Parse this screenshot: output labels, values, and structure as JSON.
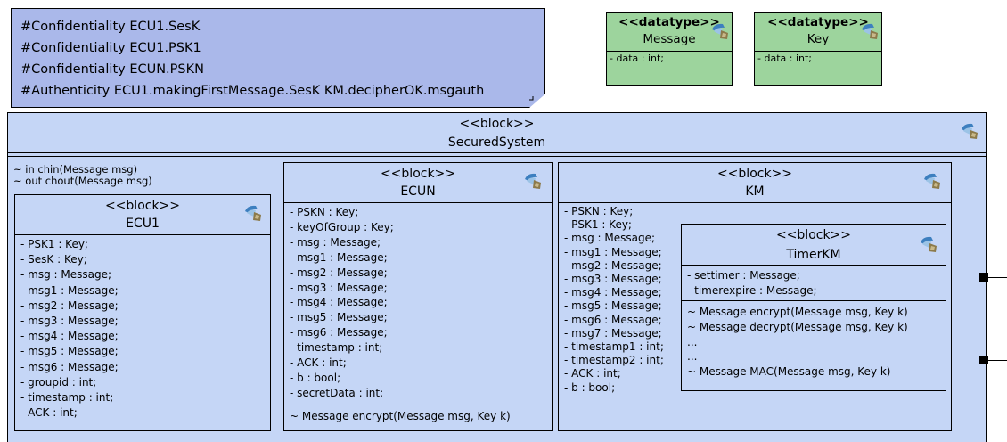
{
  "note": {
    "lines": [
      "#Confidentiality ECU1.SesK",
      "#Confidentiality ECU1.PSK1",
      "#Confidentiality ECUN.PSKN",
      "#Authenticity ECU1.makingFirstMessage.SesK KM.decipherOK.msgauth"
    ]
  },
  "datatypes": [
    {
      "stereotype": "<<datatype>>",
      "name": "Message",
      "attribute": "- data : int;"
    },
    {
      "stereotype": "<<datatype>>",
      "name": "Key",
      "attribute": "- data : int;"
    }
  ],
  "system": {
    "stereotype": "<<block>>",
    "name": "SecuredSystem",
    "ports": [
      "~ in chin(Message msg)",
      "~ out chout(Message msg)"
    ]
  },
  "blocks": {
    "ecu1": {
      "stereotype": "<<block>>",
      "name": "ECU1",
      "attributes": [
        "- PSK1 : Key;",
        "- SesK : Key;",
        "- msg : Message;",
        "- msg1 : Message;",
        "- msg2 : Message;",
        "- msg3 : Message;",
        "- msg4 : Message;",
        "- msg5 : Message;",
        "- msg6 : Message;",
        "- groupid : int;",
        "- timestamp : int;",
        "- ACK : int;"
      ]
    },
    "ecun": {
      "stereotype": "<<block>>",
      "name": "ECUN",
      "attributes": [
        "- PSKN : Key;",
        "- keyOfGroup : Key;",
        "- msg : Message;",
        "- msg1 : Message;",
        "- msg2 : Message;",
        "- msg3 : Message;",
        "- msg4 : Message;",
        "- msg5 : Message;",
        "- msg6 : Message;",
        "- timestamp : int;",
        "- ACK : int;",
        "- b : bool;",
        "- secretData : int;"
      ],
      "methods": [
        "~ Message encrypt(Message msg, Key k)"
      ]
    },
    "km": {
      "stereotype": "<<block>>",
      "name": "KM",
      "attributes": [
        "- PSKN : Key;",
        "- PSK1 : Key;",
        "- msg : Message;",
        "- msg1 : Message;",
        "- msg2 : Message;",
        "- msg3 : Message;",
        "- msg4 : Message;",
        "- msg5 : Message;",
        "- msg6 : Message;",
        "- msg7 : Message;",
        "- timestamp1 : int;",
        "- timestamp2 : int;",
        "- ACK : int;",
        "- b : bool;"
      ]
    },
    "timerkm": {
      "stereotype": "<<block>>",
      "name": "TimerKM",
      "attributes": [
        "- settimer : Message;",
        "- timerexpire : Message;"
      ],
      "methods": [
        "~ Message encrypt(Message msg, Key k)",
        "~ Message decrypt(Message msg, Key k)",
        "...",
        "...",
        "~ Message MAC(Message msg, Key k)"
      ]
    }
  },
  "icon_name": "block-icon"
}
